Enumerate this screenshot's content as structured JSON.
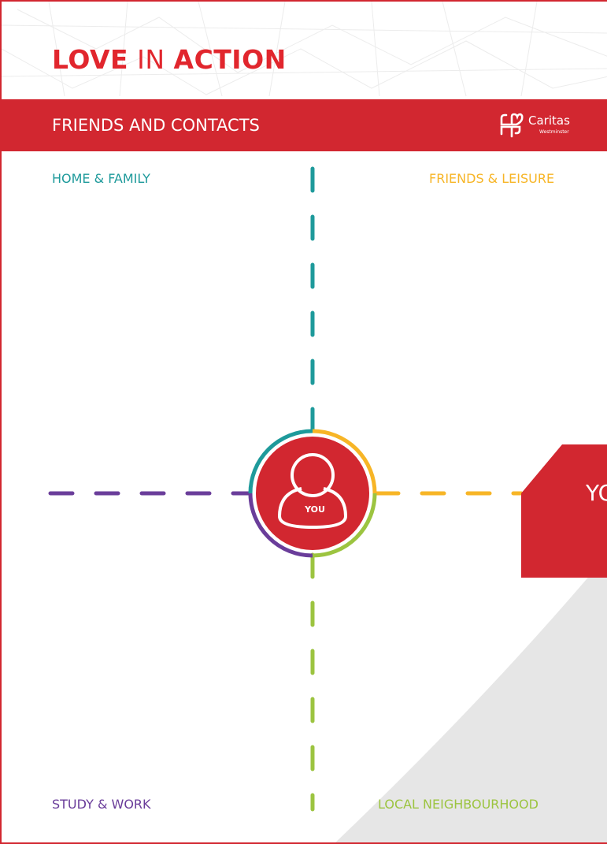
{
  "header": {
    "title_part1": "LOVE",
    "title_part2": "IN",
    "title_part3": "ACTION"
  },
  "banner": {
    "title": "FRIENDS AND CONTACTS",
    "logo_name": "Caritas",
    "logo_sub": "Westminster"
  },
  "quadrants": {
    "home": "HOME & FAMILY",
    "friends": "FRIENDS & LEISURE",
    "study": "STUDY & WORK",
    "local": "LOCAL NEIGHBOURHOOD"
  },
  "center": {
    "label": "YOU",
    "icon": "person-icon"
  },
  "callout": {
    "text": "YO"
  },
  "colors": {
    "red": "#d22730",
    "teal": "#1e9a9b",
    "yellow": "#f7b526",
    "purple": "#6a3d9a",
    "green": "#9cc440"
  }
}
